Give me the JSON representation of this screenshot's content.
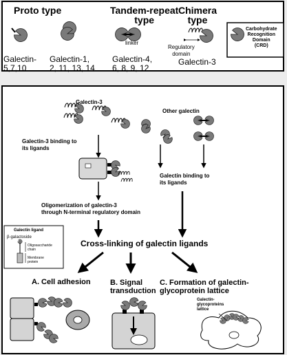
{
  "types": {
    "proto": {
      "title": "Proto type",
      "members": "Galectin-\n5,7,10"
    },
    "tandem": {
      "title": "Tandem-repeat\ntype",
      "linker": "linker",
      "members": "Galectin-4,\n6, 8, 9, 12"
    },
    "chimera": {
      "title": "Chimera\ntype",
      "regulatory": "Regulatory\ndomain",
      "members": "Galectin-3"
    },
    "galectin1": {
      "members": "Galectin-1,\n2, 11, 13, 14"
    },
    "crd_legend": "Carbohydrate\nRecognition\nDomain\n(CRD)"
  },
  "mechanism": {
    "galectin3_label": "Galectin-3",
    "other_label": "Other galectin",
    "g3_binding": "Galectin-3 binding to\nits ligands",
    "other_binding": "Galectin binding to\nits ligands",
    "oligomerization": "Oligomerization of galectin-3\nthrough N-terminal regulatory domain",
    "ligand_legend": {
      "title": "Galectin ligand",
      "beta": "β-galactoside",
      "oligo": "Oligosaccharide\nchain",
      "membrane": "Membrane\nprotein"
    },
    "crosslinking": "Cross-linking of galectin ligands",
    "outcomes": {
      "a": "A. Cell adhesion",
      "b": "B. Signal\ntransduction",
      "c": "C. Formation of galectin-\nglycoprotein lattice",
      "lattice_label": "Galectin-\nglycoproteins\nlattice"
    }
  }
}
